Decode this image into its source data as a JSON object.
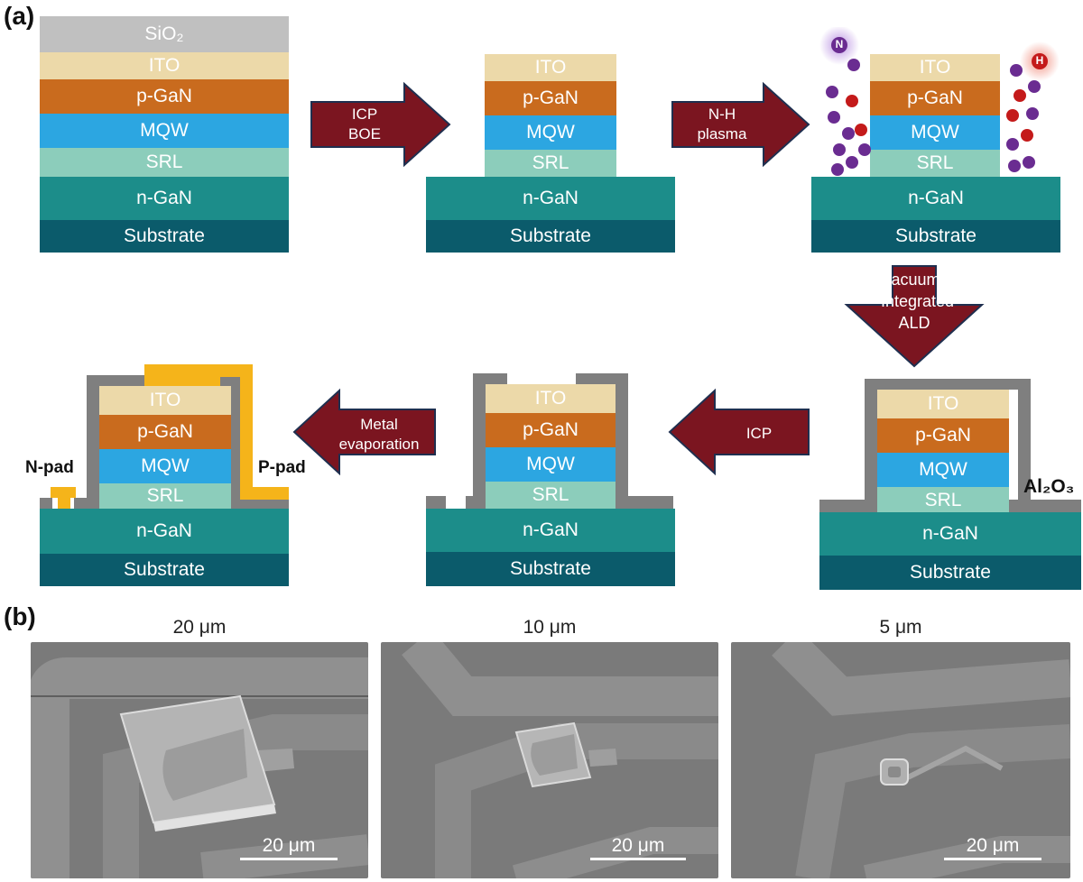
{
  "panels": {
    "a": "(a)",
    "b": "(b)"
  },
  "layers": {
    "sio2": "SiO₂",
    "ito": "ITO",
    "pgan": "p-GaN",
    "mqw": "MQW",
    "srl": "SRL",
    "ngan": "n-GaN",
    "substrate": "Substrate"
  },
  "arrows": {
    "a1": [
      "ICP",
      "BOE"
    ],
    "a2": [
      "N-H",
      "plasma"
    ],
    "a3": [
      "vacuum-",
      "Integrated",
      "ALD"
    ],
    "a4": [
      "ICP"
    ],
    "a5": [
      "Metal",
      "evaporation"
    ]
  },
  "labels": {
    "n_atom": "N",
    "h_atom": "H",
    "al2o3": "Al₂O₃",
    "npad": "N-pad",
    "ppad": "P-pad"
  },
  "colors": {
    "sio2": "#c0c0c0",
    "ito": "#ecd9a9",
    "pgan": "#c96b1e",
    "mqw": "#2ca6e1",
    "srl": "#8ccdbb",
    "ngan": "#1c8d8a",
    "substrate": "#0b5b6b",
    "arrow": "#7b1520",
    "passivation": "#7f7f7f",
    "metal": "#f5b41a",
    "n_atom": "#6a2c91",
    "h_atom": "#c41a1a"
  },
  "sem": [
    {
      "title": "20 μm",
      "scale": "20 μm"
    },
    {
      "title": "10 μm",
      "scale": "20 μm"
    },
    {
      "title": "5 μm",
      "scale": "20 μm"
    }
  ]
}
